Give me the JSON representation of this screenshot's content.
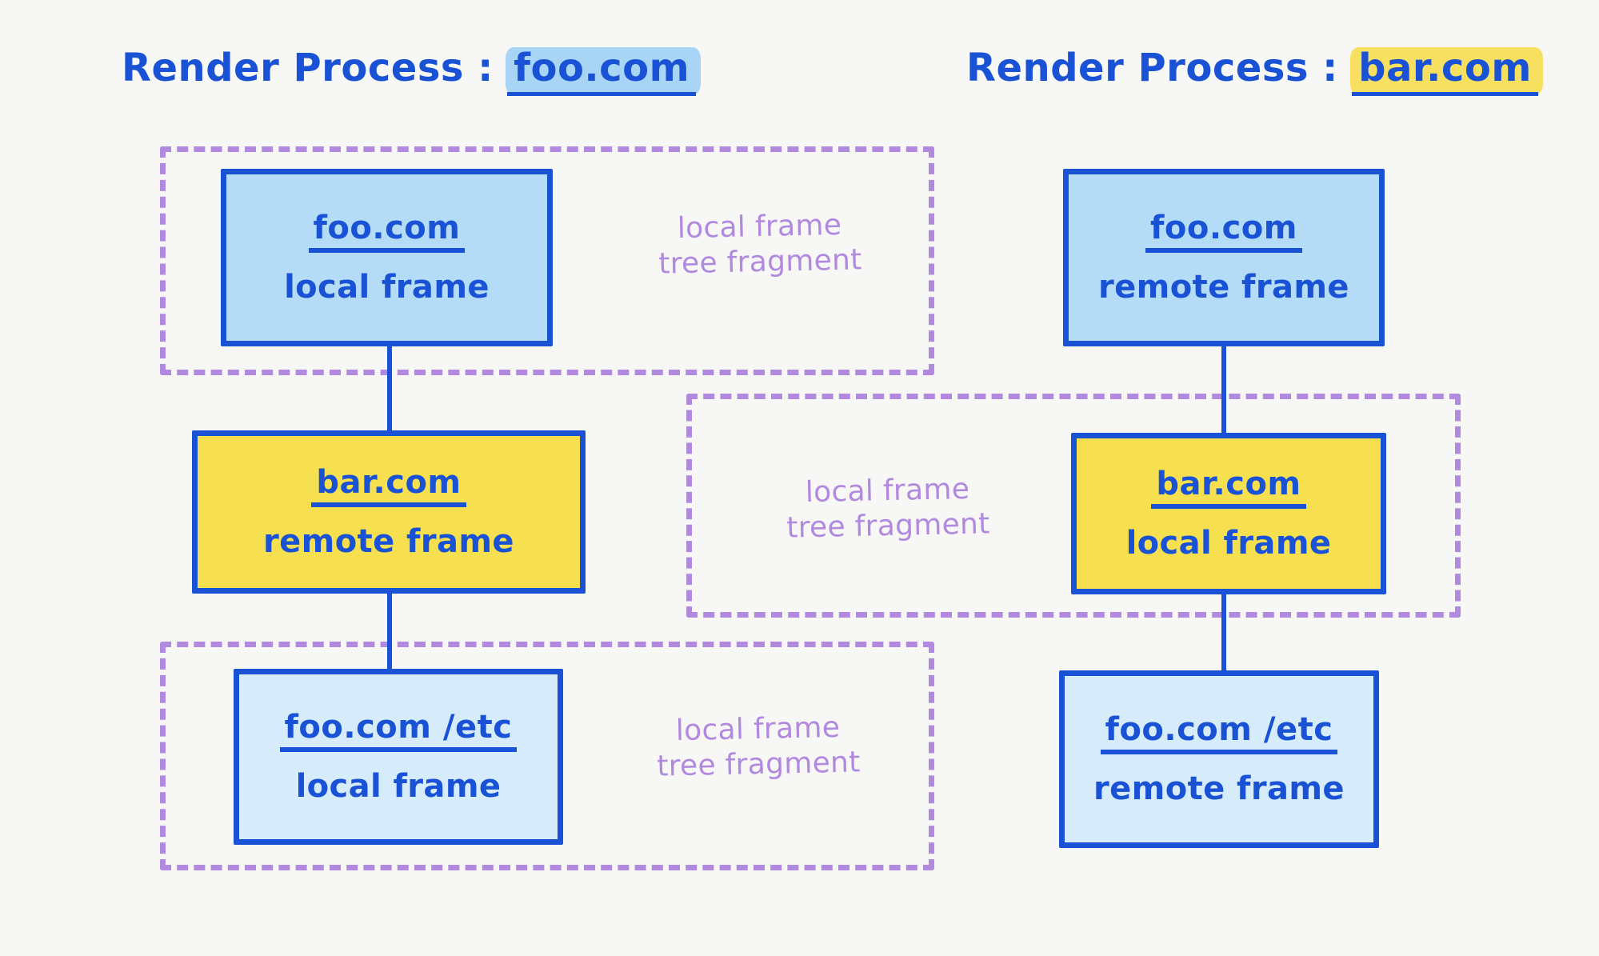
{
  "theme": {
    "background": "#f7f7f5",
    "ink_blue": "#1a52d6",
    "box_blue_fill": "#b4dcf7",
    "box_paleblue_fill": "#d7ecfb",
    "box_yellow_fill": "#f7e04f",
    "fragment_purple": "#b18ae0",
    "highlight_blue": "#a8d4f5",
    "highlight_yellow": "#f7e060"
  },
  "columns": [
    {
      "heading_prefix": "Render Process :",
      "heading_value": "foo.com",
      "heading_highlight": "blue",
      "frames": [
        {
          "origin": "foo.com",
          "kind": "local frame",
          "fill": "blue"
        },
        {
          "origin": "bar.com",
          "kind": "remote frame",
          "fill": "yellow"
        },
        {
          "origin": "foo.com /etc",
          "kind": "local frame",
          "fill": "paleblue"
        }
      ]
    },
    {
      "heading_prefix": "Render Process :",
      "heading_value": "bar.com",
      "heading_highlight": "yellow",
      "frames": [
        {
          "origin": "foo.com",
          "kind": "remote frame",
          "fill": "blue"
        },
        {
          "origin": "bar.com",
          "kind": "local frame",
          "fill": "yellow"
        },
        {
          "origin": "foo.com /etc",
          "kind": "remote frame",
          "fill": "paleblue"
        }
      ]
    }
  ],
  "fragments": [
    {
      "label": "local frame\ntree fragment"
    },
    {
      "label": "local frame\ntree fragment"
    },
    {
      "label": "local frame\ntree fragment"
    }
  ]
}
